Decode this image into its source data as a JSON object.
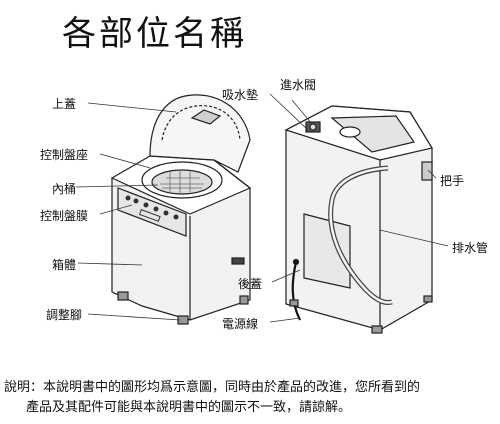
{
  "title": "各部位名稱",
  "labels": {
    "top_lid": "上蓋",
    "control_panel_seat": "控制盤座",
    "inner_tub": "內桶",
    "control_panel_membrane": "控制盤膜",
    "cabinet": "箱體",
    "adjusting_foot": "調整腳",
    "absorbent_pad": "吸水墊",
    "inlet_valve": "進水閥",
    "handle": "把手",
    "drain_hose": "排水管",
    "back_cover": "後蓋",
    "power_cord": "電源線"
  },
  "note": {
    "line1": "說明：本說明書中的圖形均爲示意圖，同時由於產品的改進，您所看到的",
    "line2": "產品及其配件可能與本說明書中的圖示不一致，請諒解。"
  }
}
